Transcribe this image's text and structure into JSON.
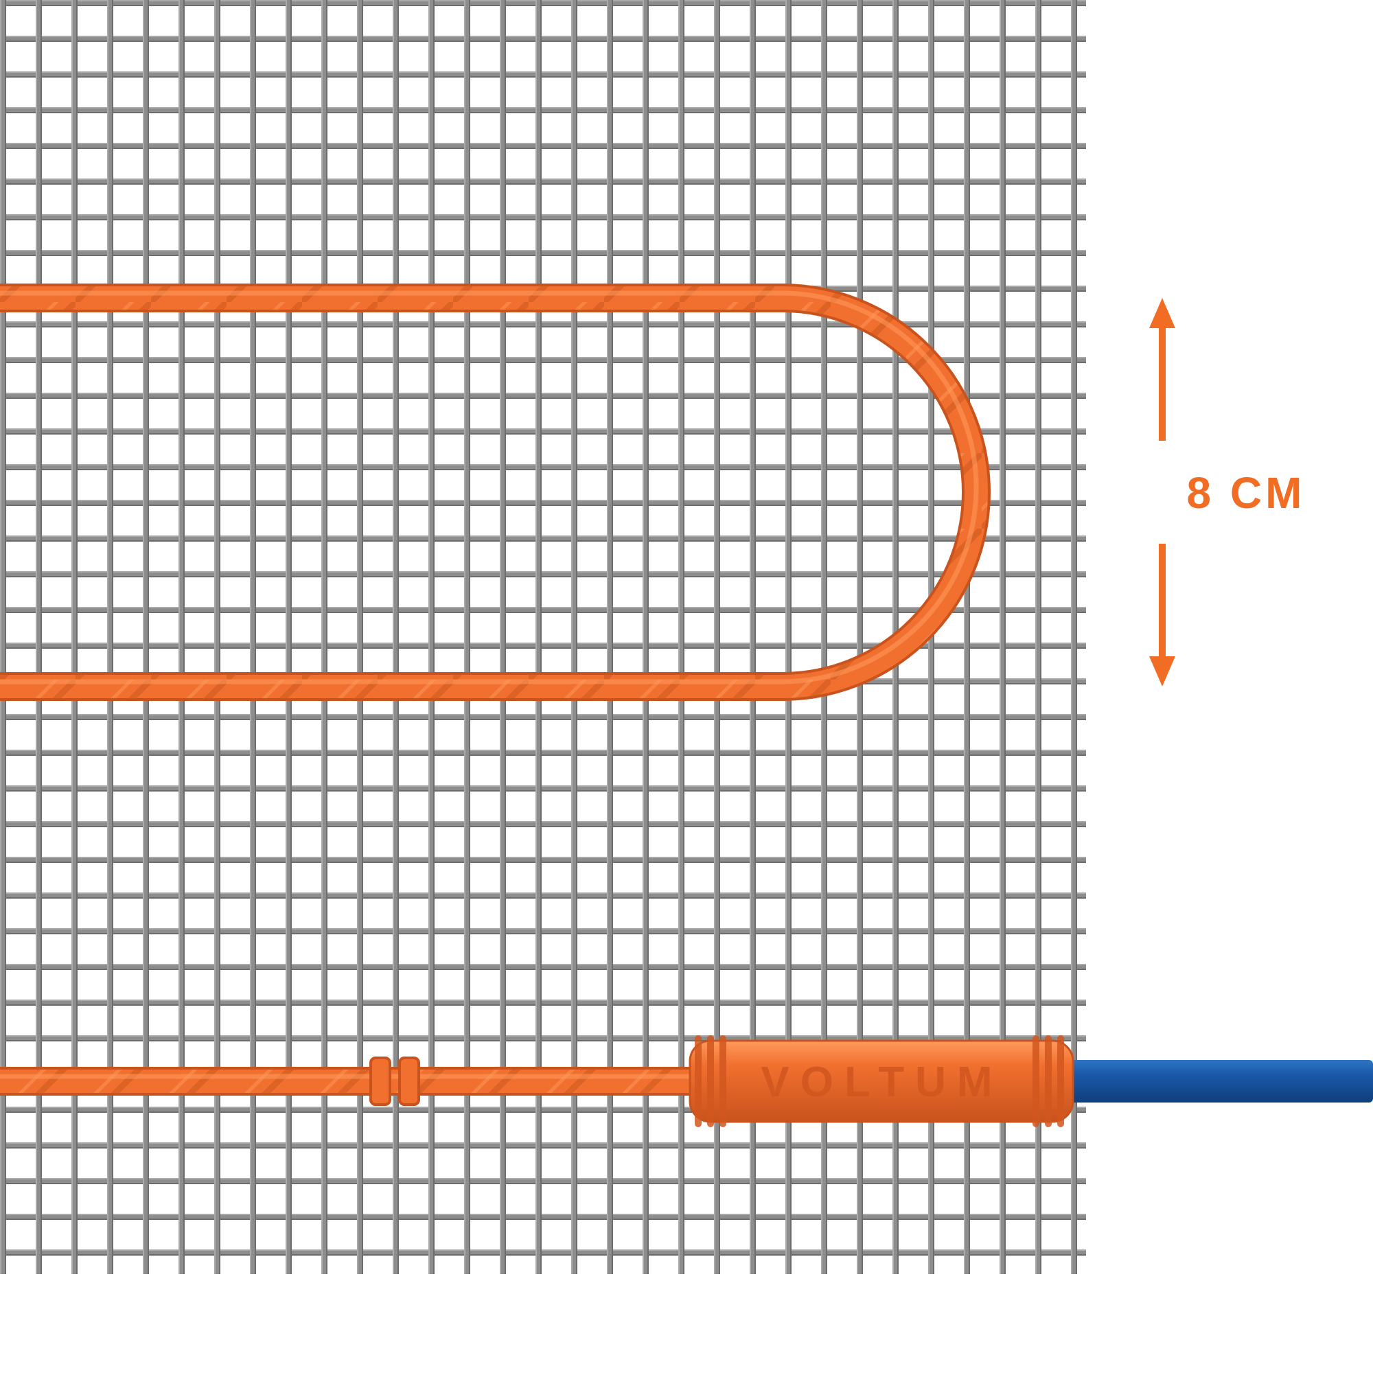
{
  "labels": {
    "cable_spacing": "8 CM",
    "brand": "VOLTUM"
  },
  "measurements": {
    "cable_spacing_cm": 8
  },
  "colors": {
    "background": "#ffffff",
    "mesh_wire": "#8d8d8d",
    "mesh_wire_dark": "#6c6c6c",
    "mesh_wire_light": "#aaaaaa",
    "heating_cable": "#f1702f",
    "heating_cable_dark": "#c9531d",
    "heating_cable_light": "#ff9a5c",
    "connector_text": "#d2571f",
    "cold_lead_blue": "#1959a9",
    "cold_lead_blue_dark": "#0f3f7c",
    "cold_lead_blue_light": "#2e74c4",
    "accent": "#f26d24"
  }
}
